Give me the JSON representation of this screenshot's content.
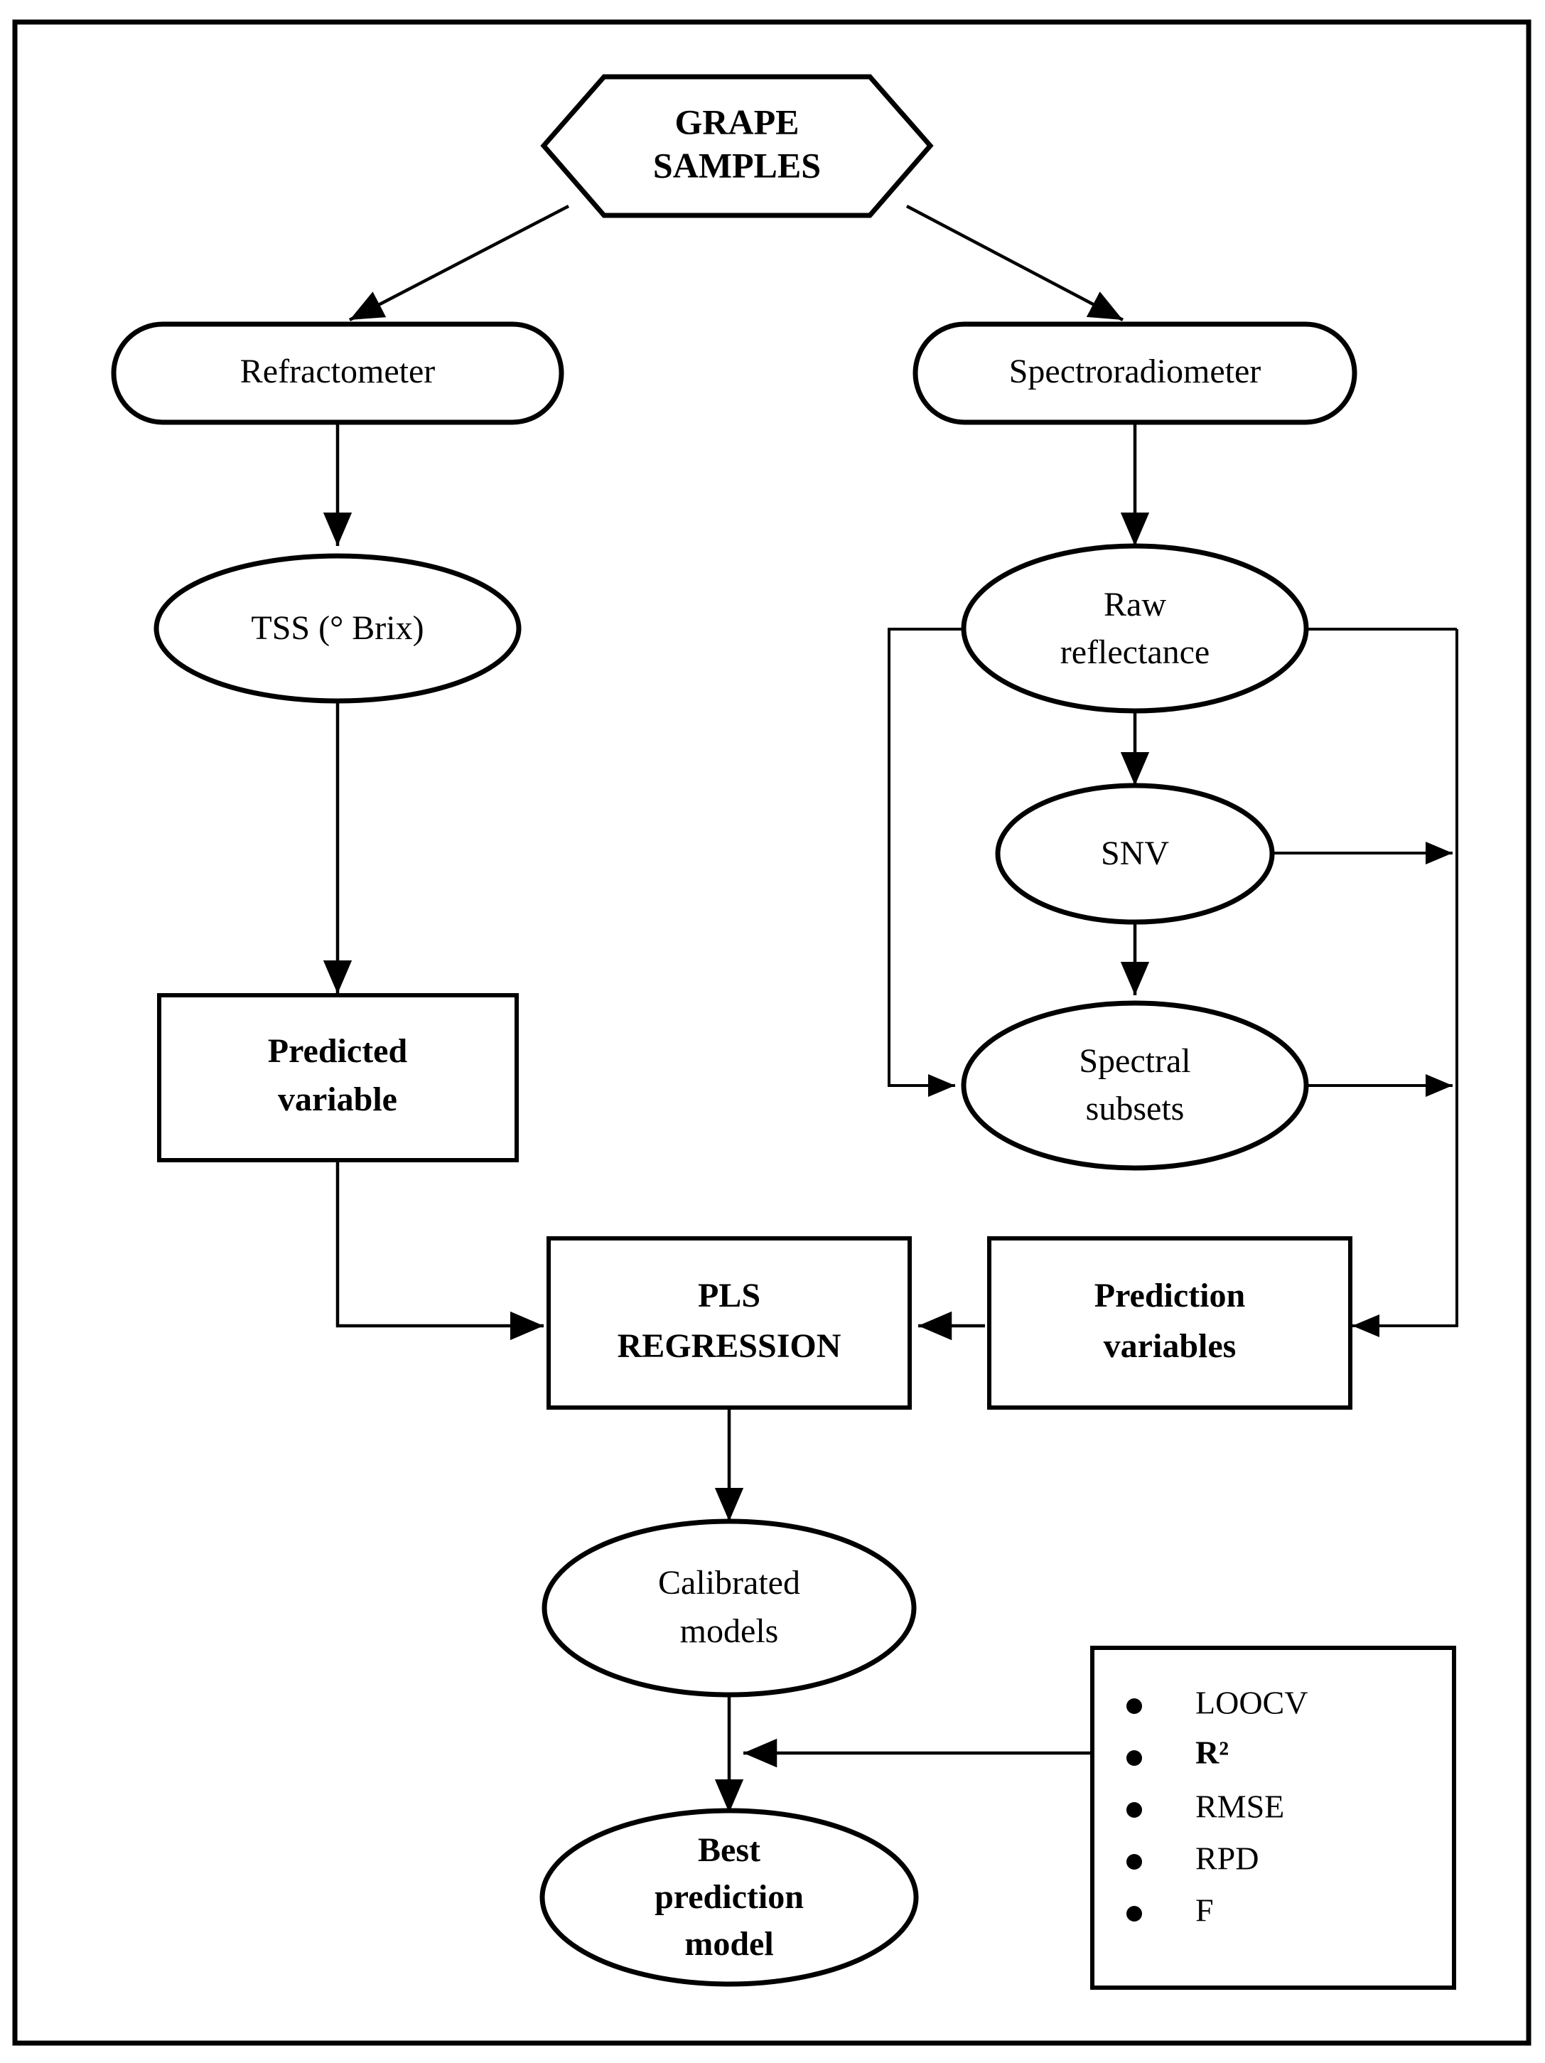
{
  "diagram": {
    "title": "Grape TSS prediction workflow flowchart",
    "frame": {
      "color": "#000000"
    },
    "nodes": {
      "grape_samples": {
        "label_line1": "GRAPE",
        "label_line2": "SAMPLES",
        "shape": "hexagon",
        "bold": true
      },
      "refractometer": {
        "label": "Refractometer",
        "shape": "stadium",
        "bold": false
      },
      "spectroradiometer": {
        "label": "Spectroradiometer",
        "shape": "stadium",
        "bold": false
      },
      "tss": {
        "label": "TSS (° Brix)",
        "shape": "ellipse",
        "bold": false
      },
      "raw_reflectance": {
        "label_line1": "Raw",
        "label_line2": "reflectance",
        "shape": "ellipse",
        "bold": false
      },
      "snv": {
        "label": "SNV",
        "shape": "ellipse",
        "bold": false
      },
      "spectral_subsets": {
        "label_line1": "Spectral",
        "label_line2": "subsets",
        "shape": "ellipse",
        "bold": false
      },
      "predicted_variable": {
        "label_line1": "Predicted",
        "label_line2": "variable",
        "shape": "rectangle",
        "bold": true
      },
      "pls_regression": {
        "label_line1": "PLS",
        "label_line2": "REGRESSION",
        "shape": "rectangle",
        "bold": true
      },
      "prediction_variables": {
        "label_line1": "Prediction",
        "label_line2": "variables",
        "shape": "rectangle",
        "bold": true
      },
      "calibrated_models": {
        "label_line1": "Calibrated",
        "label_line2": "models",
        "shape": "ellipse",
        "bold": false
      },
      "best_prediction_model": {
        "label_line1": "Best",
        "label_line2": "prediction",
        "label_line3": "model",
        "shape": "ellipse",
        "bold": true
      },
      "metrics_box": {
        "shape": "rectangle",
        "items": [
          {
            "label": "LOOCV",
            "bold": false
          },
          {
            "label": "R²",
            "bold": true
          },
          {
            "label": "RMSE",
            "bold": false
          },
          {
            "label": "RPD",
            "bold": false
          },
          {
            "label": "F",
            "bold": false
          }
        ]
      }
    },
    "edges": [
      {
        "from": "grape_samples",
        "to": "refractometer",
        "arrow": true
      },
      {
        "from": "grape_samples",
        "to": "spectroradiometer",
        "arrow": true
      },
      {
        "from": "refractometer",
        "to": "tss",
        "arrow": true
      },
      {
        "from": "spectroradiometer",
        "to": "raw_reflectance",
        "arrow": true
      },
      {
        "from": "tss",
        "to": "predicted_variable",
        "arrow": true
      },
      {
        "from": "raw_reflectance",
        "to": "snv",
        "arrow": true
      },
      {
        "from": "snv",
        "to": "spectral_subsets",
        "arrow": true
      },
      {
        "from": "raw_reflectance",
        "to": "spectral_subsets",
        "arrow": true,
        "route": "left-bypass"
      },
      {
        "from": "raw_reflectance",
        "to": "prediction_variables",
        "arrow": true,
        "route": "right-bus"
      },
      {
        "from": "snv",
        "to": "prediction_variables",
        "arrow": true,
        "route": "right-bus"
      },
      {
        "from": "spectral_subsets",
        "to": "prediction_variables",
        "arrow": true,
        "route": "right-bus"
      },
      {
        "from": "predicted_variable",
        "to": "pls_regression",
        "arrow": true
      },
      {
        "from": "prediction_variables",
        "to": "pls_regression",
        "arrow": true
      },
      {
        "from": "pls_regression",
        "to": "calibrated_models",
        "arrow": true
      },
      {
        "from": "calibrated_models",
        "to": "best_prediction_model",
        "arrow": true
      },
      {
        "from": "metrics_box",
        "to": "best_prediction_model",
        "arrow": true
      }
    ]
  }
}
